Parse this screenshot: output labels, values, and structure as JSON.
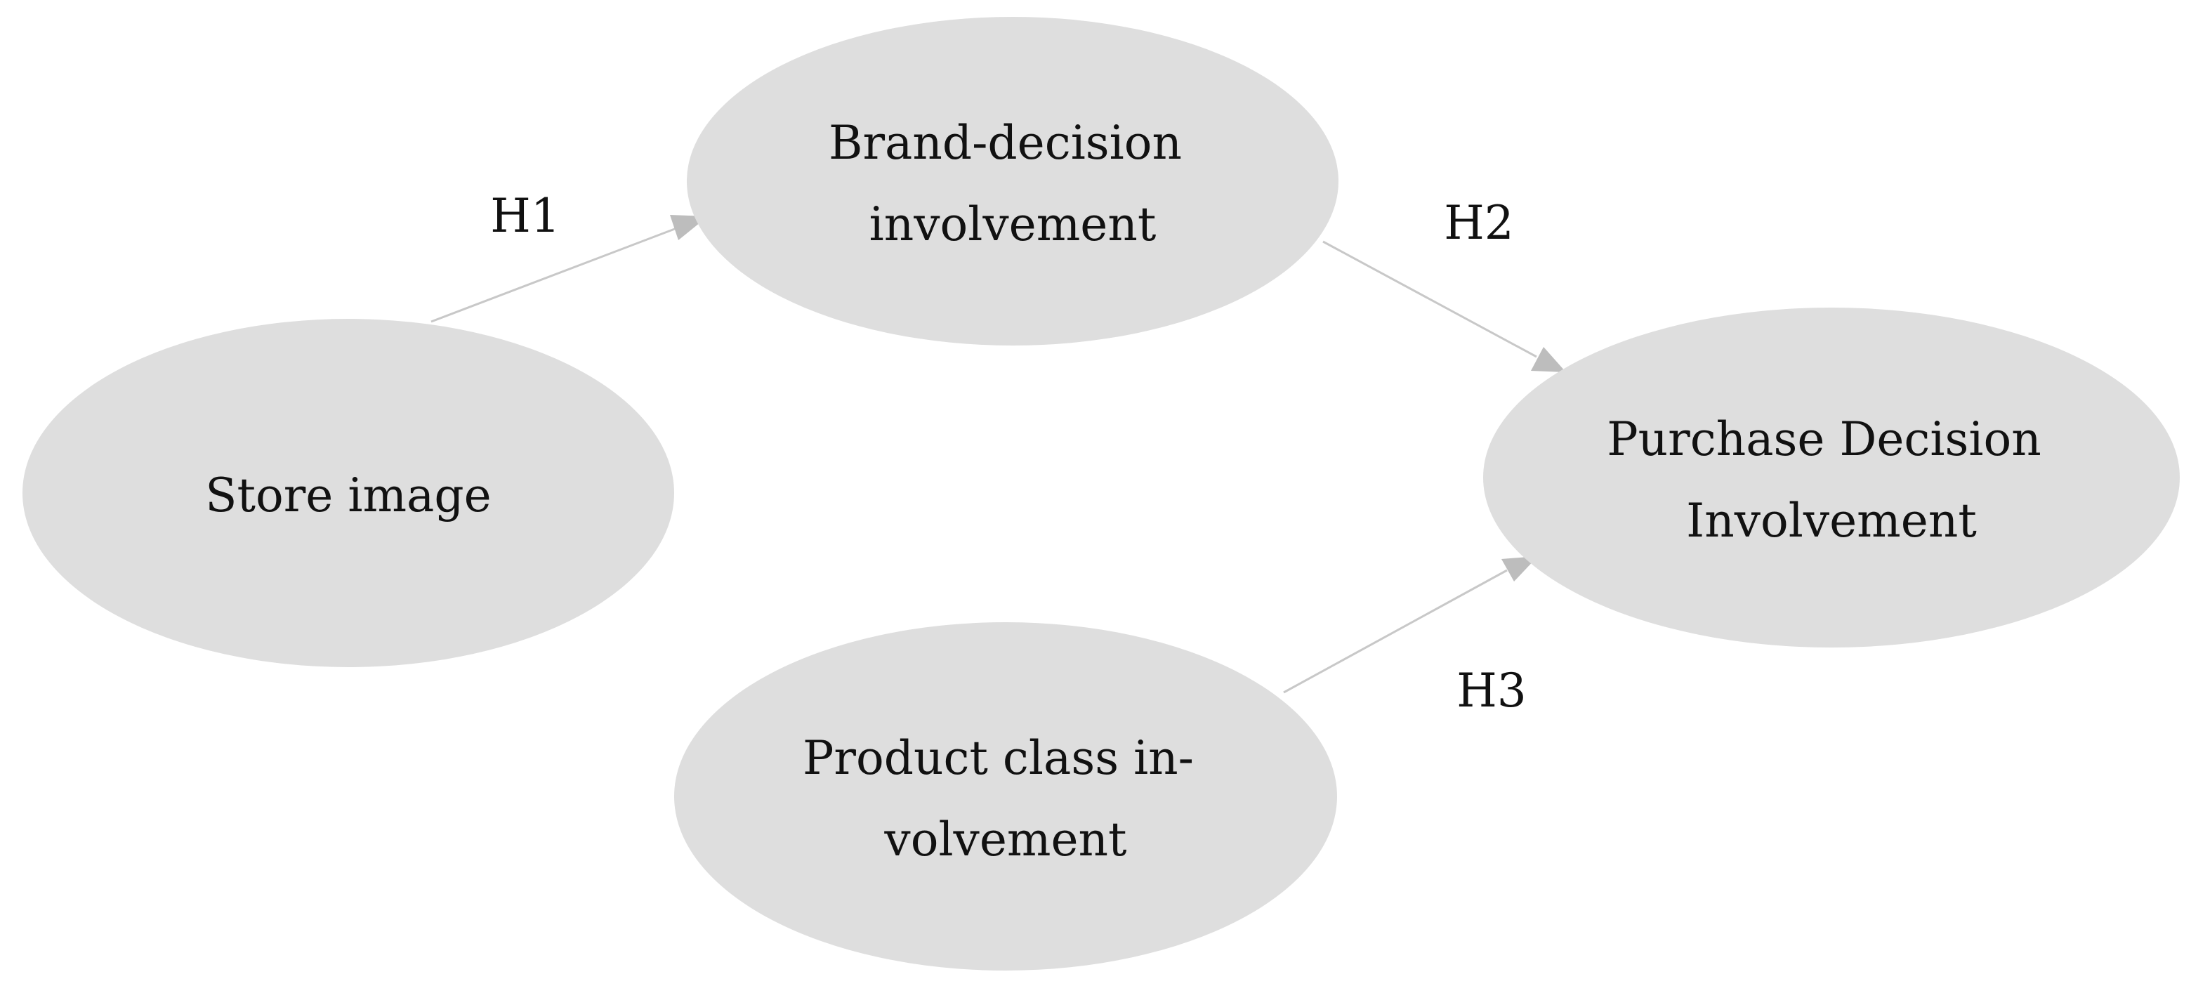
{
  "nodes": {
    "store_image": {
      "lines": [
        "Store image"
      ]
    },
    "brand_decision": {
      "lines": [
        "Brand-decision",
        "involvement"
      ]
    },
    "product_class": {
      "lines": [
        "Product class in-",
        "volvement"
      ]
    },
    "purchase_decision": {
      "lines": [
        "Purchase Decision",
        "Involvement"
      ]
    }
  },
  "edges": {
    "h1": {
      "label": "H1",
      "from": "Store image",
      "to": "Brand-decision involvement"
    },
    "h2": {
      "label": "H2",
      "from": "Brand-decision involvement",
      "to": "Purchase Decision Involvement"
    },
    "h3": {
      "label": "H3",
      "from": "Product class involvement",
      "to": "Purchase Decision Involvement"
    }
  },
  "colors": {
    "node_fill": "#dedede",
    "arrow": "#bdbdbd",
    "text": "#111111",
    "background": "#ffffff"
  }
}
